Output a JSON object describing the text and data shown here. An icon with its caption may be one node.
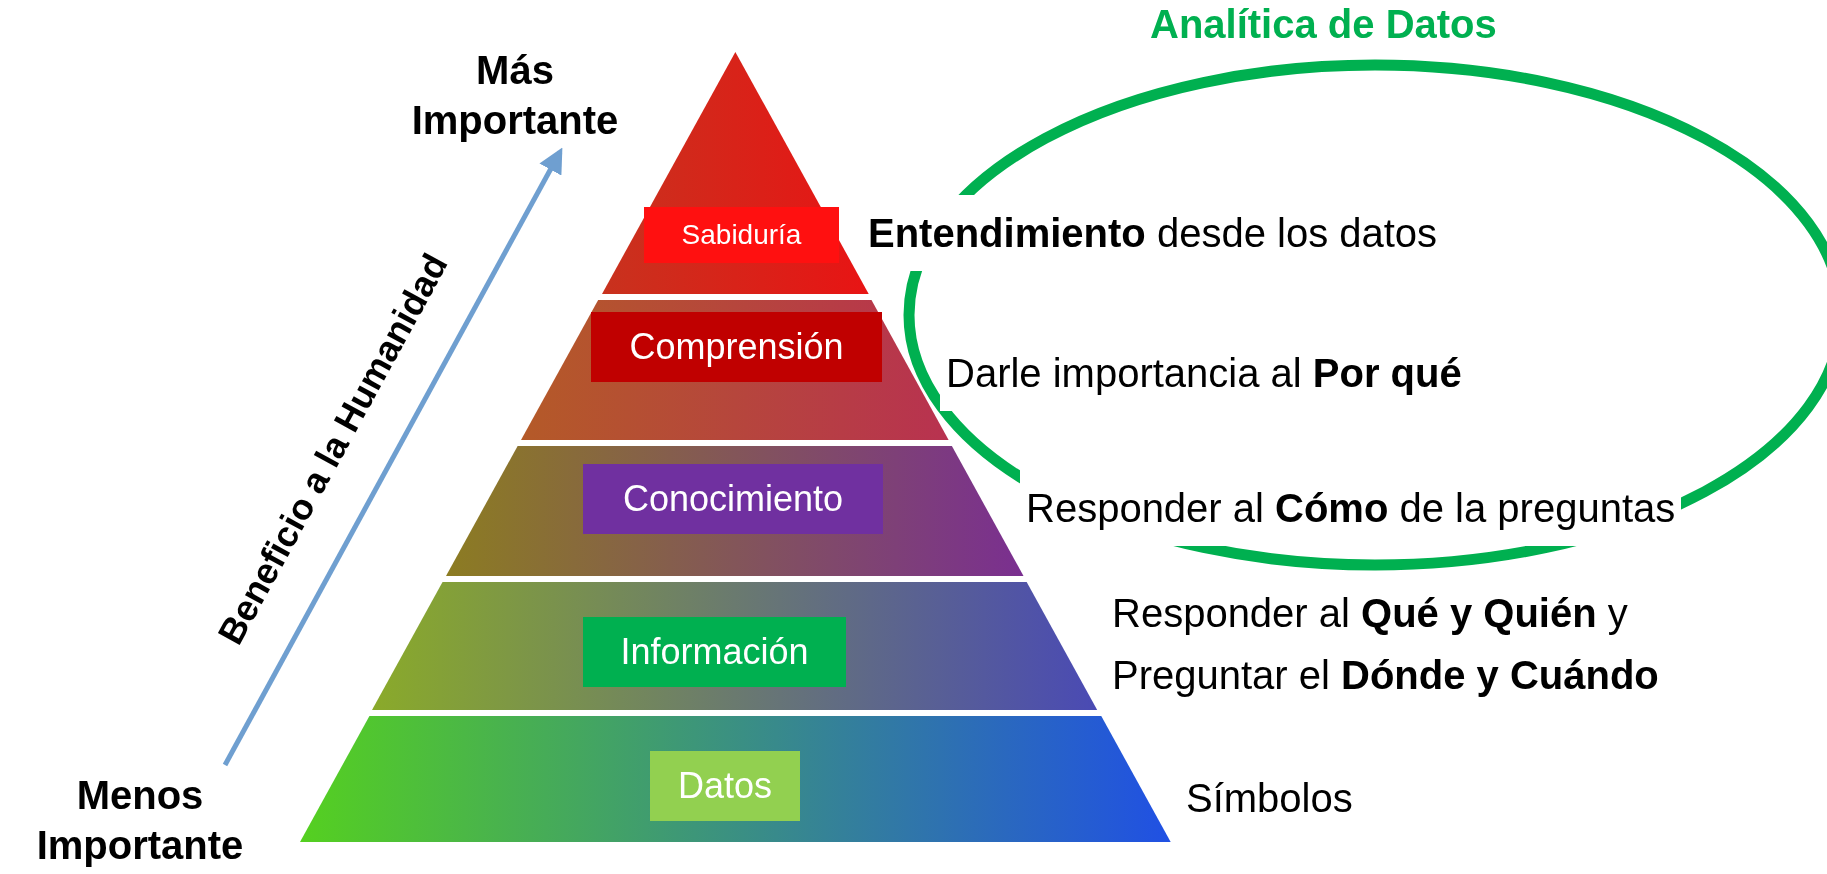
{
  "diagram": {
    "nodes": [
      {
        "text": [
          "Sabiduría"
        ],
        "beside": [
          "**Entendimiento** desde los datos"
        ]
      },
      {
        "text": [
          "Comprensión"
        ],
        "beside": [
          "Darle importancia al **Por qué**"
        ]
      },
      {
        "text": [
          "Conocimiento"
        ],
        "beside": [
          "Responder al **Cómo** de la preguntas"
        ]
      },
      {
        "text": [
          "Información"
        ],
        "beside": [
          "Responder al **Qué y Quién** y Preguntar el **Dónde y Cuándo**"
        ]
      },
      {
        "text": [
          "Datos"
        ],
        "beside": [
          "Símbolos"
        ]
      },
      {
        "text": [
          "Analítica de Datos"
        ]
      },
      {
        "text": [
          "Más Importante"
        ]
      },
      {
        "text": [
          "Menos Importante"
        ]
      }
    ],
    "edges": [
      {
        "from": 7,
        "to": 6,
        "arrow": "to",
        "label": "Beneficio a la Humanidad",
        "color": "#6f9fd0"
      }
    ]
  }
}
